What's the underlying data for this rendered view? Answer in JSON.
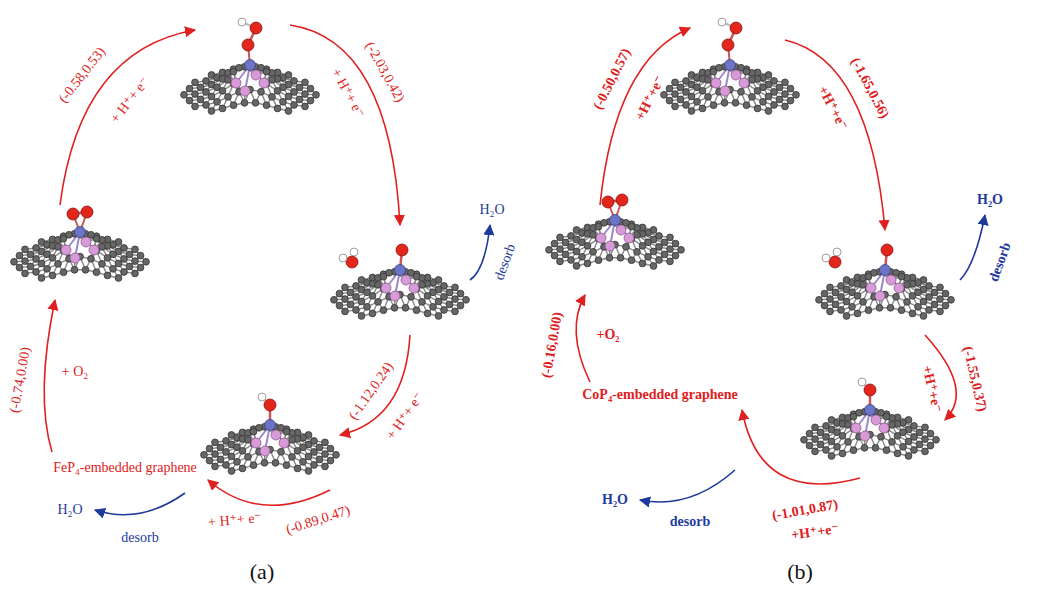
{
  "diagram": {
    "labels": [
      "(-0.58,0.53)",
      "+ H⁺+ e⁻",
      "(-2.03,0.42)",
      "+ H⁺+ e⁻",
      "H₂O",
      "desorb",
      "(-1.12,0.24)",
      "+ H⁺+ e⁻",
      "(-0.89,0.47)",
      "+ H⁺+ e⁻",
      "H₂O",
      "desorb",
      "(-0.74,0.00)",
      "+ O₂",
      "FeP₄-embedded graphene",
      "(a)",
      "(-0.50,0.57)",
      "+H⁺+e⁻",
      "(-1.65,0.56)",
      "+H⁺+e⁻",
      "H₂O",
      "desorb",
      "(-1.55,0.37)",
      "+H⁺+e⁻",
      "(-1.01,0.87)",
      "+H⁺+e⁻",
      "H₂O",
      "desorb",
      "(-0.16,0.00)",
      "+O₂",
      "CoP₄-embedded graphene",
      "(b)"
    ]
  }
}
